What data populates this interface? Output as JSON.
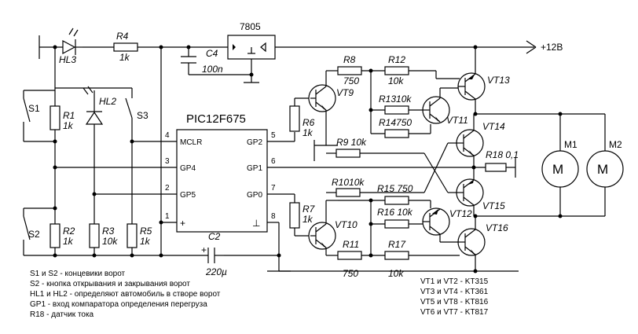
{
  "regulator": {
    "label": "7805"
  },
  "supply": {
    "label": "+12B"
  },
  "microcontroller": {
    "label": "PIC12F675",
    "pins_left": [
      {
        "num": "4",
        "name": "MCLR"
      },
      {
        "num": "3",
        "name": "GP4"
      },
      {
        "num": "2",
        "name": "GP5"
      },
      {
        "num": "1",
        "name": "+"
      }
    ],
    "pins_right": [
      {
        "num": "5",
        "name": "GP2"
      },
      {
        "num": "6",
        "name": "GP1"
      },
      {
        "num": "7",
        "name": "GP0"
      },
      {
        "num": "8",
        "name": "⊥"
      }
    ]
  },
  "components": {
    "hl3": "HL3",
    "hl2": "HL2",
    "r4": "R4",
    "r4v": "1k",
    "r1": "R1",
    "r1v": "1k",
    "r2": "R2",
    "r2v": "1k",
    "r3": "R3",
    "r3v": "10k",
    "r5": "R5",
    "r5v": "1k",
    "r6": "R6",
    "r6v": "1k",
    "r7": "R7",
    "r7v": "1k",
    "r8": "R8",
    "r8v": "750",
    "r9": "R9 10k",
    "r10": "R1010k",
    "r11": "R11",
    "r11v": "750",
    "r12": "R12",
    "r12v": "10k",
    "r13": "R1310k",
    "r14": "R14750",
    "r15": "R15  750",
    "r16": "R16  10k",
    "r17": "R17",
    "r17v": "10k",
    "r18": "R18  0,1",
    "c4": "C4",
    "c4v": "100n",
    "c2": "C2",
    "c2v": "220µ",
    "s1": "S1",
    "s2": "S2",
    "s3": "S3",
    "vt9": "VT9",
    "vt10": "VT10",
    "vt11": "VT11",
    "vt12": "VT12",
    "vt13": "VT13",
    "vt14": "VT14",
    "vt15": "VT15",
    "vt16": "VT16",
    "m1": "M1",
    "m2": "M2"
  },
  "notes_left": [
    "S1 и S2 - концевики ворот",
    "S2 - кнопка открывания и закрывания ворот",
    "HL1 и HL2 - определяют автомобиль в створе ворот",
    "GP1 - вход компаратора определения перегруза",
    "R18 - датчик тока"
  ],
  "notes_right": [
    "VT1 и VT2 - KT315",
    "VT3 и VT4 - KT361",
    "VT5 и VT8 - KT816",
    "VT6 и VT7 - KT817"
  ]
}
